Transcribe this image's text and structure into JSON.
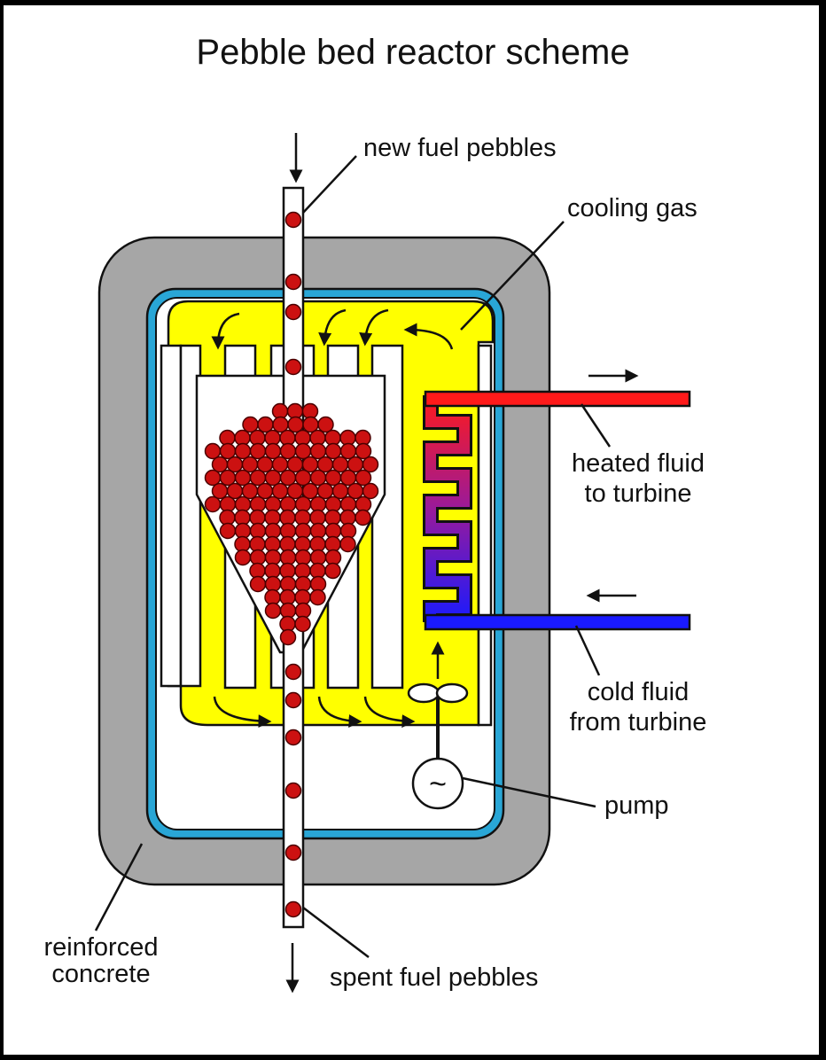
{
  "title": "Pebble bed reactor scheme",
  "labels": {
    "new_fuel": "new fuel pebbles",
    "cooling_gas": "cooling gas",
    "heated_line1": "heated fluid",
    "heated_line2": "to turbine",
    "cold_line1": "cold fluid",
    "cold_line2": "from turbine",
    "pump": "pump",
    "concrete_line1": "reinforced",
    "concrete_line2": "concrete",
    "spent_fuel": "spent fuel pebbles"
  },
  "pump_symbol": "~",
  "colors": {
    "concrete": "#a6a6a6",
    "vessel_wall": "#29a6d6",
    "coolant": "#ffff00",
    "pebble": "#cc1111",
    "hot_pipe": "#ff1a1a",
    "cold_pipe": "#1a1aff",
    "line": "#111111"
  }
}
